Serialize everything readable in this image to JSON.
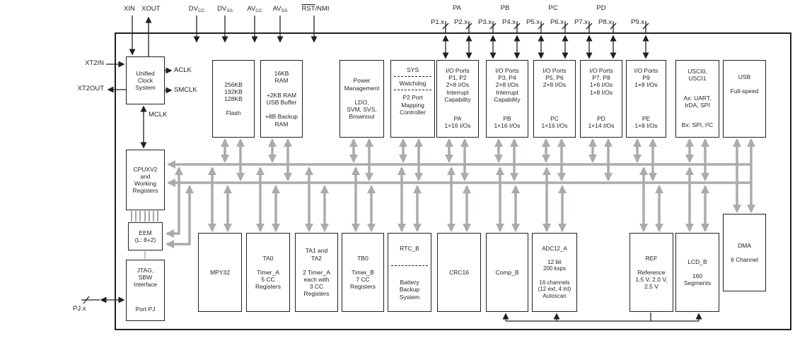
{
  "diagram": {
    "top_pins": {
      "xin": "XIN",
      "xout": "XOUT",
      "dvcc": {
        "base": "DV",
        "sub": "CC"
      },
      "dvss": {
        "base": "DV",
        "sub": "SS"
      },
      "avcc": {
        "base": "AV",
        "sub": "CC"
      },
      "avss": {
        "base": "AV",
        "sub": "SS"
      },
      "rst": {
        "over": "RST",
        "rest": "/NMI"
      }
    },
    "port_groups": [
      "PA",
      "PB",
      "PC",
      "PD"
    ],
    "port_pins": [
      "P1.x",
      "P2.x",
      "P3.x",
      "P4.x",
      "P5.x",
      "P6.x",
      "P7.x",
      "P8.x",
      "P9.x"
    ],
    "clock": {
      "xt2in": "XT2IN",
      "xt2out": "XT2OUT",
      "aclk": "ACLK",
      "smclk": "SMCLK",
      "mclk": "MCLK",
      "ucs": "Unified\nClock\nSystem"
    },
    "left": {
      "cpu": "CPUXV2\nand\nWorking\nRegisters",
      "eem": "EEM\n(L: 8+2)",
      "jtag_top": "JTAG,\nSBW\nInterface",
      "jtag_bottom": "Port PJ",
      "pjx": "PJ.x"
    },
    "memory": {
      "flash": "256KB\n192KB\n128KB\n\nFlash",
      "ram": "16KB\nRAM\n\n+2KB RAM\nUSB Buffer\n\n+8B Backup\nRAM"
    },
    "power": "Power\nManagement\n\nLDO,\nSVM, SVS,\nBrownout",
    "sys": {
      "p1": "SYS",
      "p2": "Watchdog",
      "p3": "P2 Port\nMapping\nController"
    },
    "io": {
      "pa": {
        "top": "I/O Ports\nP1, P2\n2×8 I/Os\nInterrupt\nCapability",
        "bottom": "PA\n1×16 I/Os"
      },
      "pb": {
        "top": "I/O Ports\nP3, P4\n2×8 I/Os\nInterrupt\nCapability",
        "bottom": "PB\n1×16 I/Os"
      },
      "pc": {
        "top": "I/O Ports\nP5, P6\n2×8 I/Os",
        "bottom": "PC\n1×16 I/Os"
      },
      "pd": {
        "top": "I/O Ports\nP7, P8\n1×6 I/Os\n1×8 I/Os",
        "bottom": "PD\n1×14 I/Os"
      },
      "p9": {
        "top": "I/O Ports\nP9\n1×8 I/Os",
        "bottom": "PE\n1×8 I/Os"
      }
    },
    "usci": {
      "p1": "USCI0,\nUSCI1",
      "p2": "Ax: UART,\nIrDA, SPI",
      "p3": "Bx: SPI, I²C"
    },
    "usb": "USB\n\nFull-speed",
    "bottom": {
      "mpy": "MPY32",
      "ta0": "TA0\n\nTimer_A\n5 CC\nRegisters",
      "ta12": "TA1 and\nTA2\n\n2 Timer_A\neach with\n3 CC\nRegisters",
      "tb0": "TB0\n\nTimer_B\n7 CC\nRegisters",
      "rtc": {
        "p1": "RTC_B",
        "p2": "Battery\nBackup\nSystem"
      },
      "crc": "CRC16",
      "comp": "Comp_B",
      "adc": "ADC12_A\n\n12 bit\n200 ksps\n\n16 channels\n(12 ext, 4 int)\nAutoscan",
      "ref": "REF\n\nReference\n1.5 V, 2.0 V,\n2.5 V",
      "lcd": "LCD_B\n\n160\nSegments",
      "dma": "DMA\n\n6 Channel"
    },
    "colors": {
      "bus_gray": "#a9abae",
      "line_black": "#231f20"
    }
  }
}
